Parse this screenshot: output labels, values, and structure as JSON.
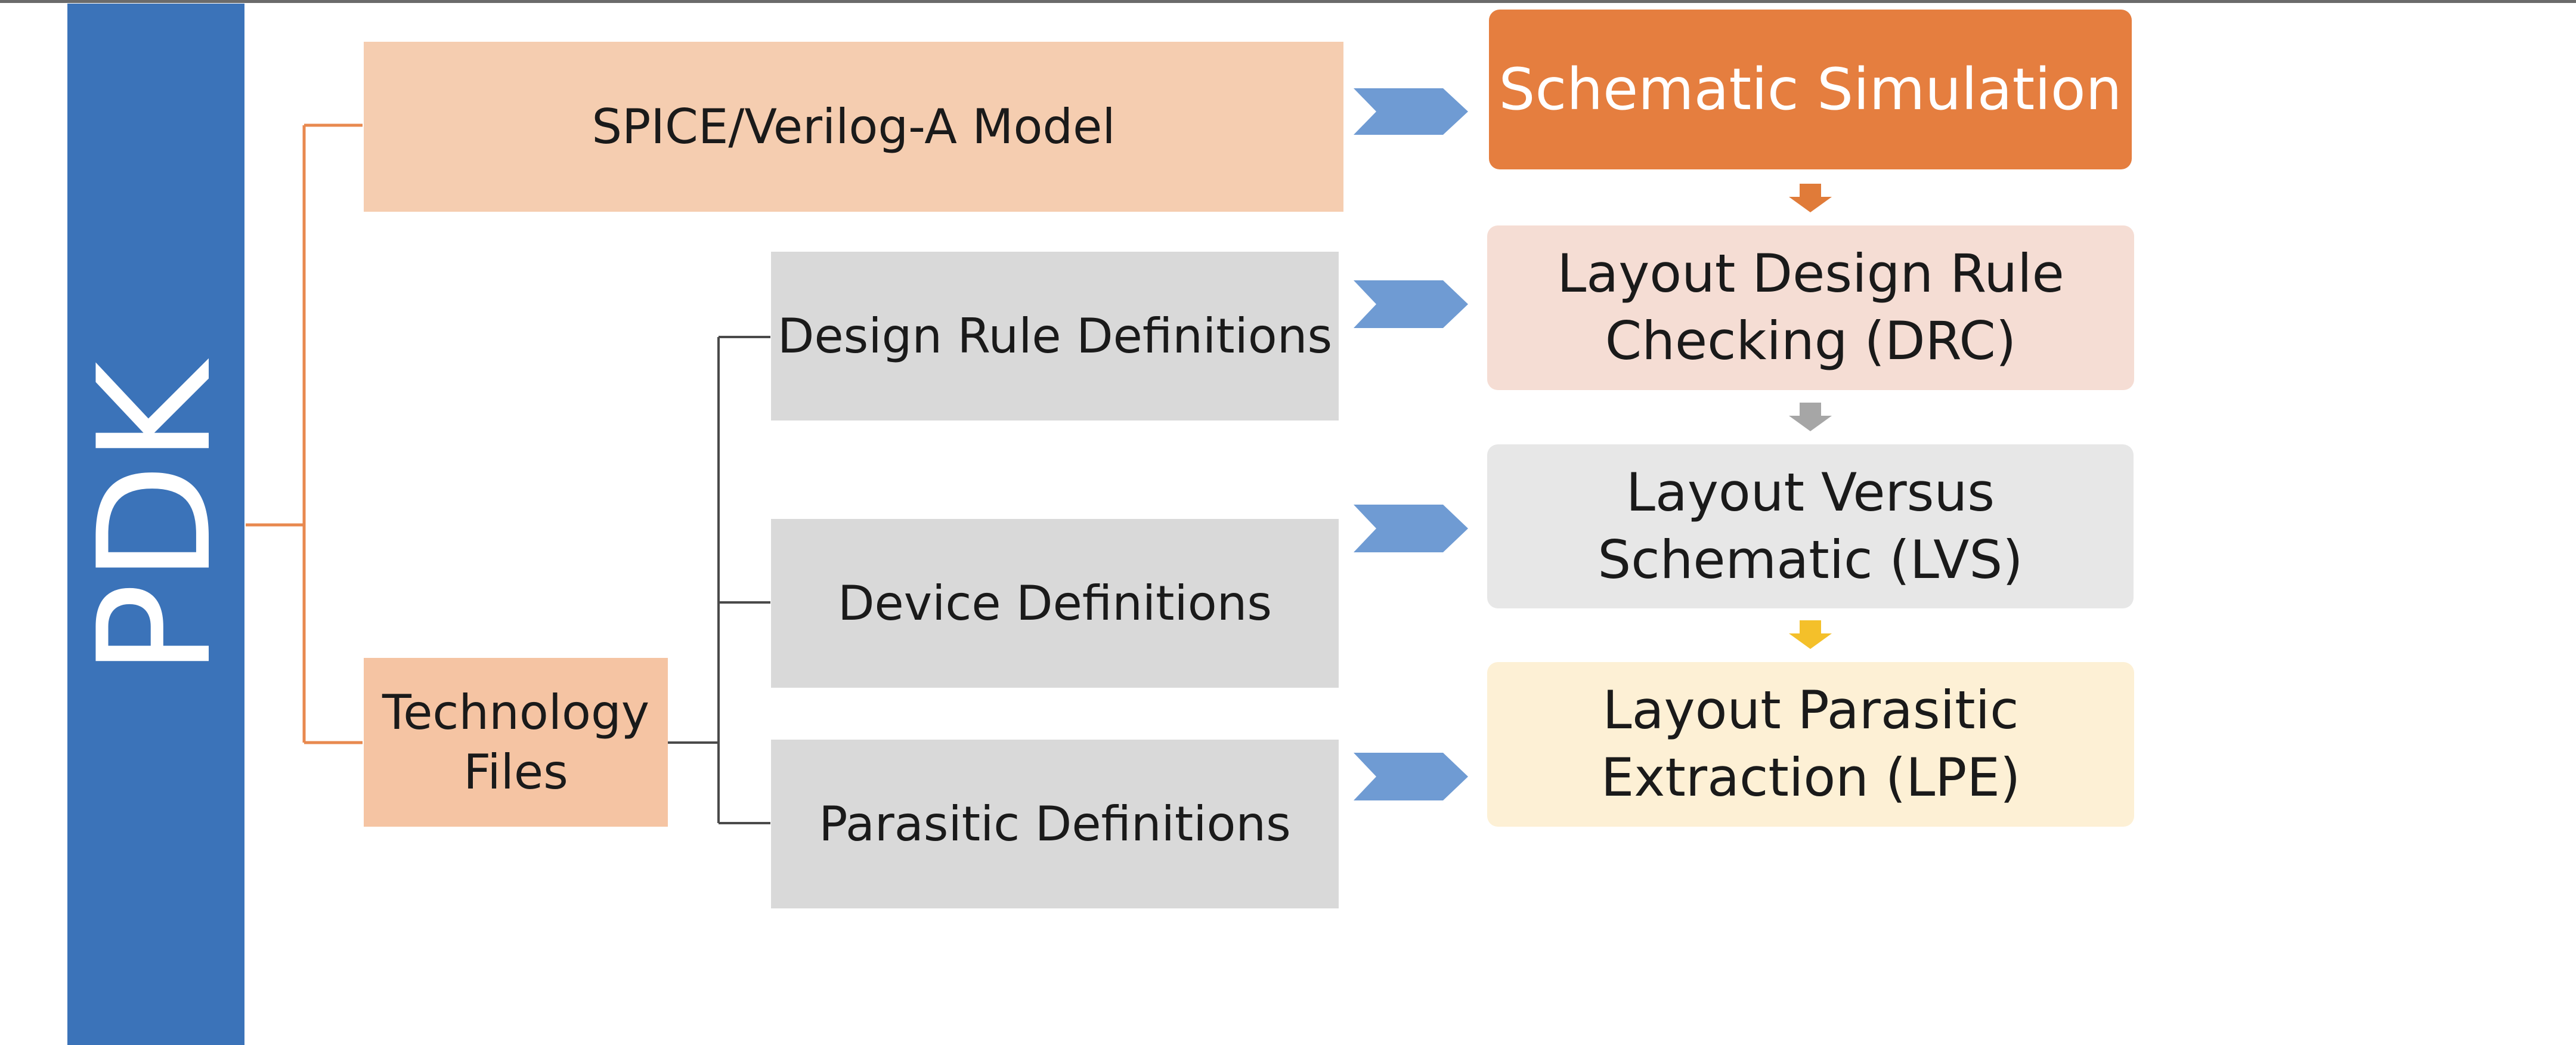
{
  "root": {
    "label": "PDK"
  },
  "sources": [
    {
      "id": "spice",
      "label": "SPICE/Verilog-A Model"
    },
    {
      "id": "tech",
      "label": "Technology Files"
    }
  ],
  "definitions": [
    {
      "id": "design-rule",
      "label": "Design Rule Definitions"
    },
    {
      "id": "device",
      "label": "Device Definitions"
    },
    {
      "id": "parasitic",
      "label": "Parasitic Definitions"
    }
  ],
  "steps": [
    {
      "id": "schematic-simulation",
      "label": "Schematic Simulation"
    },
    {
      "id": "drc",
      "label": "Layout Design Rule Checking (DRC)"
    },
    {
      "id": "lvs",
      "label": "Layout Versus Schematic (LVS)"
    },
    {
      "id": "lpe",
      "label": "Layout Parasitic Extraction (LPE)"
    }
  ],
  "colors": {
    "pdk_bar": "#3b73b9",
    "arrow_blue": "#6f9bd3",
    "connector_orange": "#e8894f",
    "connector_dark": "#4a4a4a",
    "step_arrows": [
      "#e07b39",
      "#a6a6a6",
      "#f4c02a"
    ]
  }
}
